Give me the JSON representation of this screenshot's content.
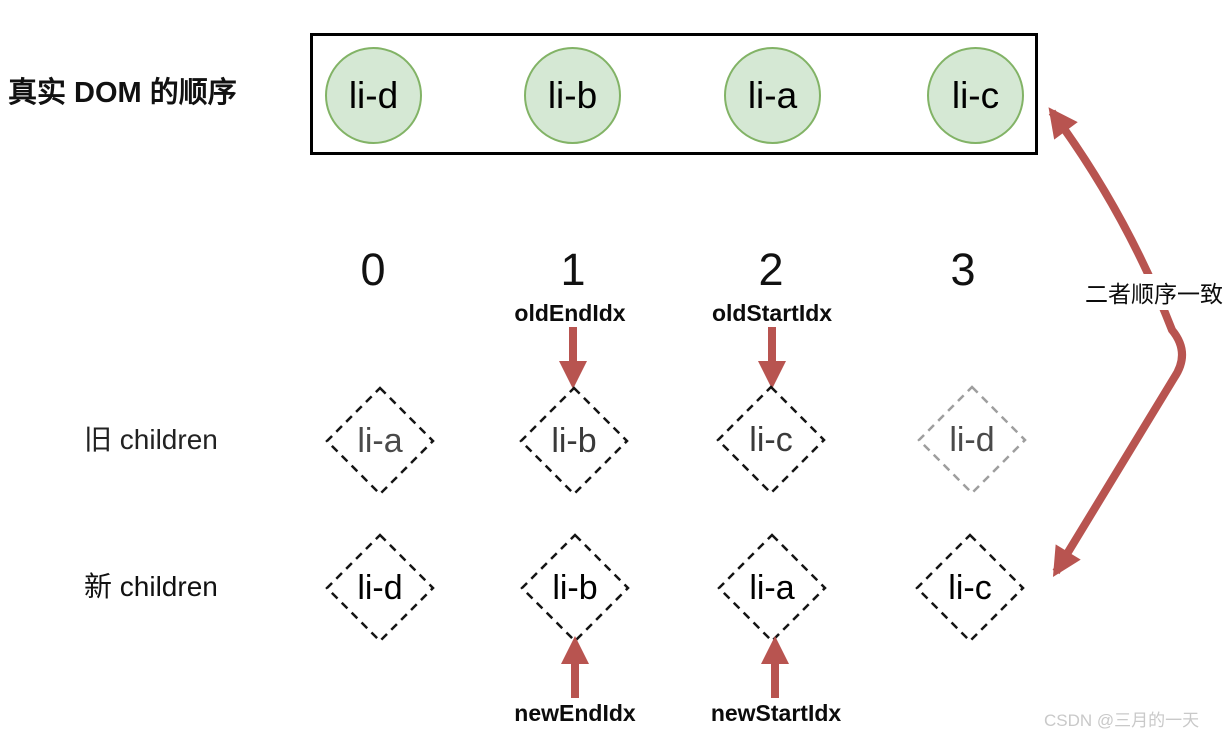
{
  "title_label": "真实 DOM 的顺序",
  "dom_box": {
    "items": [
      {
        "label": "li-d"
      },
      {
        "label": "li-b"
      },
      {
        "label": "li-a"
      },
      {
        "label": "li-c"
      }
    ]
  },
  "indices": [
    "0",
    "1",
    "2",
    "3"
  ],
  "old_pointers": {
    "end": "oldEndIdx",
    "start": "oldStartIdx"
  },
  "old_row": {
    "label": "旧 children",
    "items": [
      {
        "label": "li-a"
      },
      {
        "label": "li-b"
      },
      {
        "label": "li-c"
      },
      {
        "label": "li-d",
        "muted": true
      }
    ]
  },
  "new_row": {
    "label": "新 children",
    "items": [
      {
        "label": "li-d"
      },
      {
        "label": "li-b"
      },
      {
        "label": "li-a"
      },
      {
        "label": "li-c"
      }
    ]
  },
  "new_pointers": {
    "end": "newEndIdx",
    "start": "newStartIdx"
  },
  "side_note": "二者顺序一致",
  "watermark": "CSDN @三月的一天",
  "colors": {
    "arrow_red": "#b85450",
    "node_fill": "#d5e8d4",
    "node_stroke": "#82b366",
    "diamond_border": "#141414",
    "muted_diamond_border": "#9e9e9e",
    "old_text": "#4a4a4a",
    "new_text": "#000000",
    "watermark_gray": "#c9c9c9"
  }
}
